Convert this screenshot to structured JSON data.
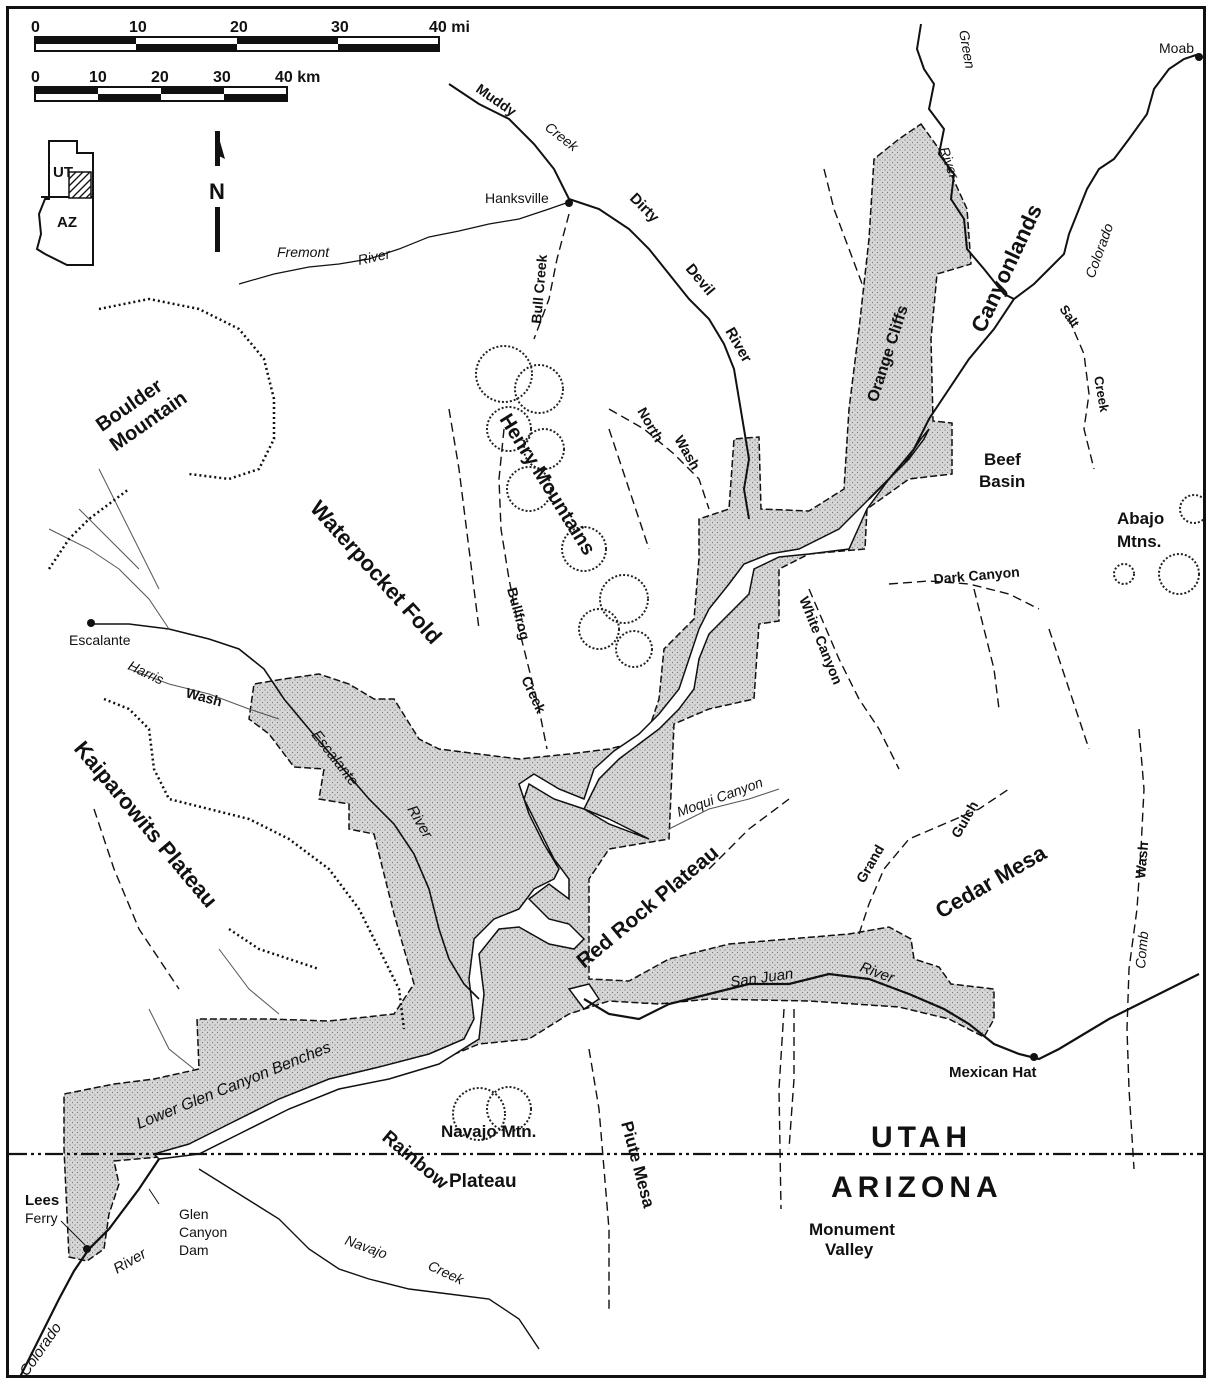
{
  "scale_bars": {
    "miles": {
      "ticks": [
        "0",
        "10",
        "20",
        "30",
        "40 mi"
      ]
    },
    "km": {
      "ticks": [
        "0",
        "10",
        "20",
        "30",
        "40 km"
      ]
    }
  },
  "inset": {
    "ut": "UT",
    "az": "AZ"
  },
  "north_arrow": {
    "label": "N"
  },
  "colors": {
    "recreation_area_fill": "#d6d6d6",
    "ink": "#111111",
    "paper": "#ffffff"
  },
  "state_labels": {
    "utah": "UTAH",
    "arizona": "ARIZONA"
  },
  "places": {
    "moab": "Moab",
    "hanksville": "Hanksville",
    "escalante": "Escalante",
    "mexican_hat": "Mexican Hat",
    "lees_ferry_1": "Lees",
    "lees_ferry_2": "Ferry",
    "glen_canyon_dam_1": "Glen",
    "glen_canyon_dam_2": "Canyon",
    "glen_canyon_dam_3": "Dam",
    "monument_valley_1": "Monument",
    "monument_valley_2": "Valley"
  },
  "regions": {
    "boulder_mountain_1": "Boulder",
    "boulder_mountain_2": "Mountain",
    "waterpocket_fold": "Waterpocket Fold",
    "kaiparowits_plateau": "Kaiparowits Plateau",
    "henry_mountains": "Henry Mountains",
    "canyonlands": "Canyonlands",
    "beef_basin_1": "Beef",
    "beef_basin_2": "Basin",
    "abajo_mtns_1": "Abajo",
    "abajo_mtns_2": "Mtns.",
    "cedar_mesa": "Cedar Mesa",
    "red_rock_plateau": "Red Rock Plateau",
    "rainbow": "Rainbow",
    "plateau": "Plateau",
    "navajo_mtn": "Navajo Mtn.",
    "piute_mesa": "Piute Mesa",
    "orange_cliffs": "Orange Cliffs",
    "lower_glen_canyon_benches": "Lower Glen Canyon Benches"
  },
  "waters": {
    "green": "Green",
    "river_green": "River",
    "colorado_ne": "Colorado",
    "muddy": "Muddy",
    "creek_muddy": "Creek",
    "dirty": "Dirty",
    "devil": "Devil",
    "river_dirty_devil": "River",
    "fremont": "Fremont",
    "river_fremont": "River",
    "bull_creek": "Bull Creek",
    "salt": "Salt",
    "creek_salt": "Creek",
    "north_wash_1": "North",
    "north_wash_2": "Wash",
    "dark_canyon": "Dark Canyon",
    "white_canyon": "White Canyon",
    "bullfrog": "Bullfrog",
    "creek_bullfrog": "Creek",
    "harris": "Harris",
    "wash_harris": "Wash",
    "escalante_river": "Escalante",
    "river_escalante": "River",
    "moqui_canyon": "Moqui Canyon",
    "grand": "Grand",
    "gulch": "Gulch",
    "comb": "Comb",
    "wash_comb": "Wash",
    "san_juan": "San Juan",
    "river_san_juan": "River",
    "navajo": "Navajo",
    "creek_navajo": "Creek",
    "river_colorado_sw": "River",
    "colorado_sw": "Colorado"
  }
}
